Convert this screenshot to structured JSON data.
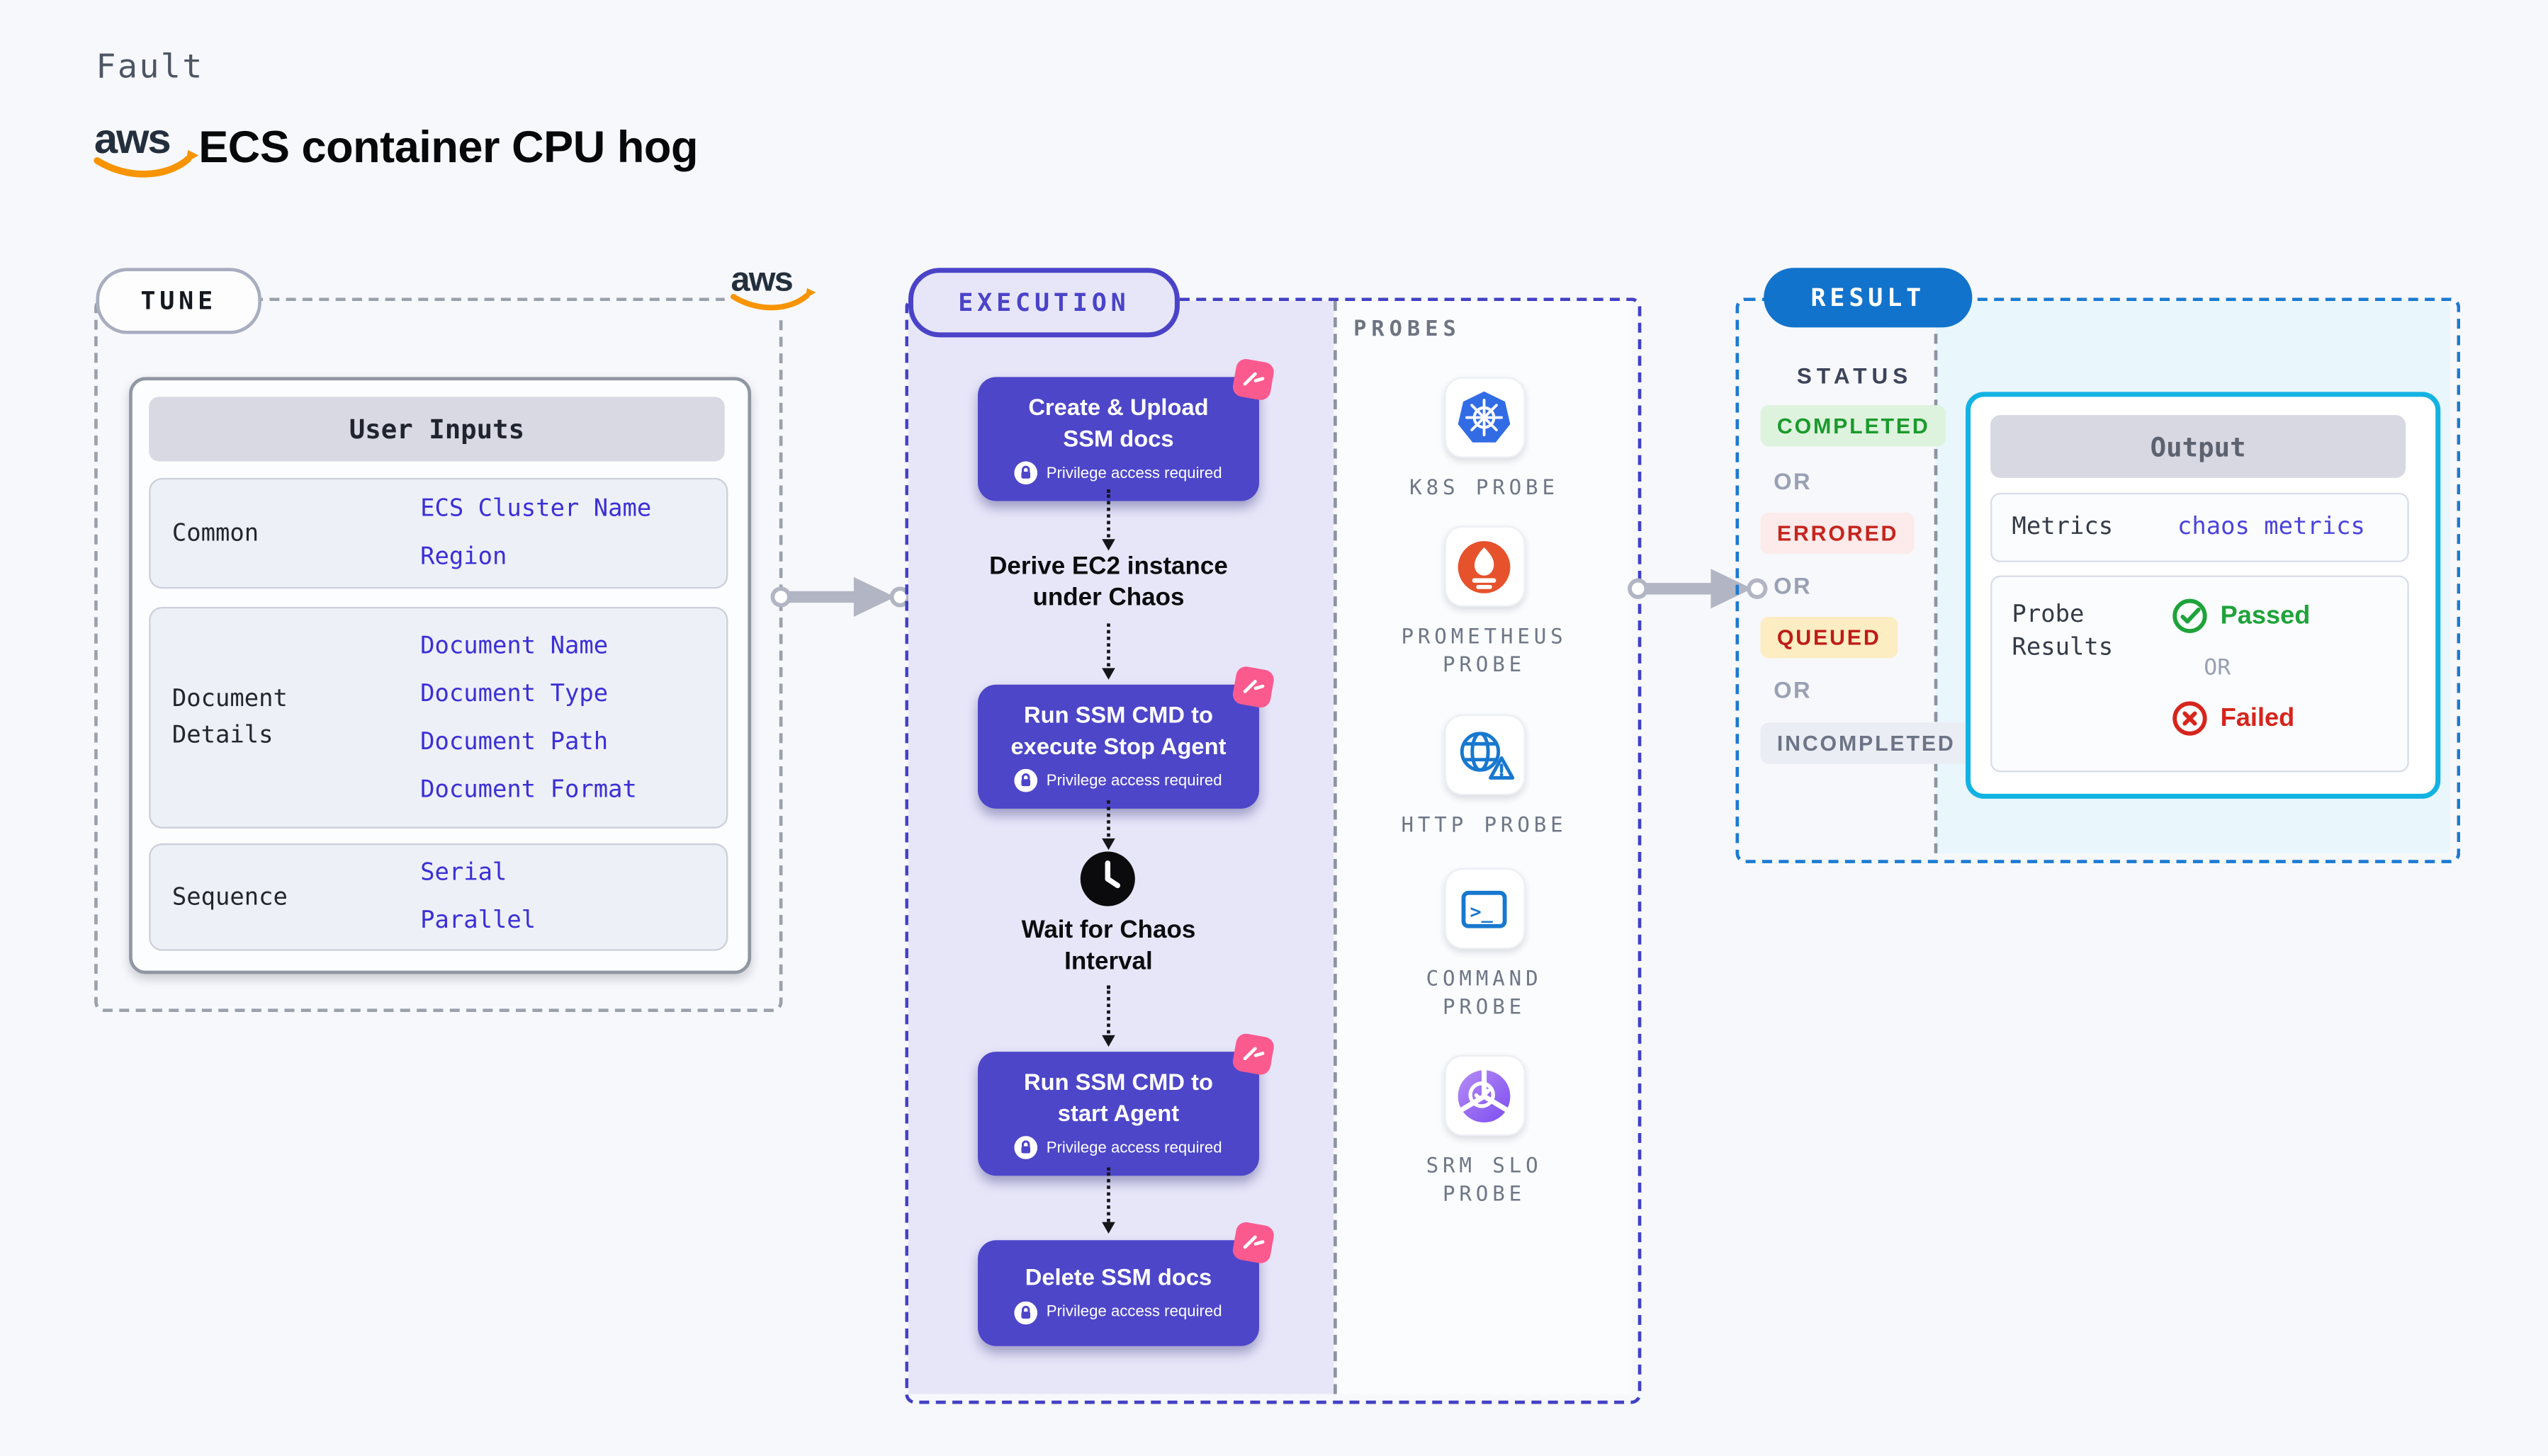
{
  "header": {
    "eyebrow": "Fault",
    "title": "ECS container CPU hog",
    "logo_text": "aws"
  },
  "tune": {
    "badge": "TUNE",
    "card_title": "User Inputs",
    "rows": [
      {
        "label": "Common",
        "label2": "",
        "links": [
          "ECS Cluster Name",
          "Region"
        ]
      },
      {
        "label": "Document",
        "label2": "Details",
        "links": [
          "Document Name",
          "Document Type",
          "Document Path",
          "Document Format"
        ]
      },
      {
        "label": "Sequence",
        "label2": "",
        "links": [
          "Serial",
          "Parallel"
        ]
      }
    ]
  },
  "execution": {
    "badge": "EXECUTION",
    "steps": [
      {
        "line1": "Create & Upload",
        "line2": "SSM docs",
        "privilege": "Privilege access required"
      },
      {
        "line1": "Run SSM CMD to",
        "line2": "execute Stop Agent",
        "privilege": "Privilege access required"
      },
      {
        "line1": "Run SSM CMD to",
        "line2": "start Agent",
        "privilege": "Privilege access required"
      },
      {
        "line1": "Delete SSM docs",
        "line2": "",
        "privilege": "Privilege access required"
      }
    ],
    "derive": {
      "line1": "Derive EC2 instance",
      "line2": "under Chaos"
    },
    "wait": {
      "line1": "Wait for Chaos",
      "line2": "Interval"
    },
    "probes": {
      "title": "PROBES",
      "items": [
        {
          "label1": "K8S PROBE",
          "label2": ""
        },
        {
          "label1": "PROMETHEUS",
          "label2": "PROBE"
        },
        {
          "label1": "HTTP PROBE",
          "label2": ""
        },
        {
          "label1": "COMMAND",
          "label2": "PROBE"
        },
        {
          "label1": "SRM SLO",
          "label2": "PROBE"
        }
      ]
    },
    "command_glyph": ">_"
  },
  "result": {
    "badge": "RESULT",
    "status_title": "STATUS",
    "or": "OR",
    "statuses": [
      {
        "label": "COMPLETED",
        "bg": "#ddf3de",
        "color": "#1b9a2c"
      },
      {
        "label": "ERRORED",
        "bg": "#fcebea",
        "color": "#c5251e"
      },
      {
        "label": "QUEUED",
        "bg": "#fdedc2",
        "color": "#bf1c17"
      },
      {
        "label": "INCOMPLETED",
        "bg": "#ebedf4",
        "color": "#6d7486"
      }
    ],
    "output": {
      "title": "Output",
      "metrics_label": "Metrics",
      "metrics_value": "chaos metrics",
      "probe_label1": "Probe",
      "probe_label2": "Results",
      "passed": "Passed",
      "or": "OR",
      "failed": "Failed"
    }
  },
  "colors": {
    "page_bg": "#f7f8fb",
    "step_box": "#4d46c9",
    "lavender_panel": "#e7e6f9",
    "exec_border": "#4340c5",
    "result_border": "#1b7ad3",
    "result_pill": "#1273cc",
    "cyan_panel": "#e9f6fc",
    "output_border": "#12b3e2",
    "link_blue": "#3b2fd6",
    "pink_flag": "#fb5a8e",
    "aws_orange": "#f79400",
    "k8s_blue": "#326ce5",
    "prometheus_orange": "#e6522c",
    "http_blue": "#1878cf",
    "srm_purple": "#8b5cf6",
    "passed_green": "#1ea33a",
    "failed_red": "#d6251d"
  }
}
